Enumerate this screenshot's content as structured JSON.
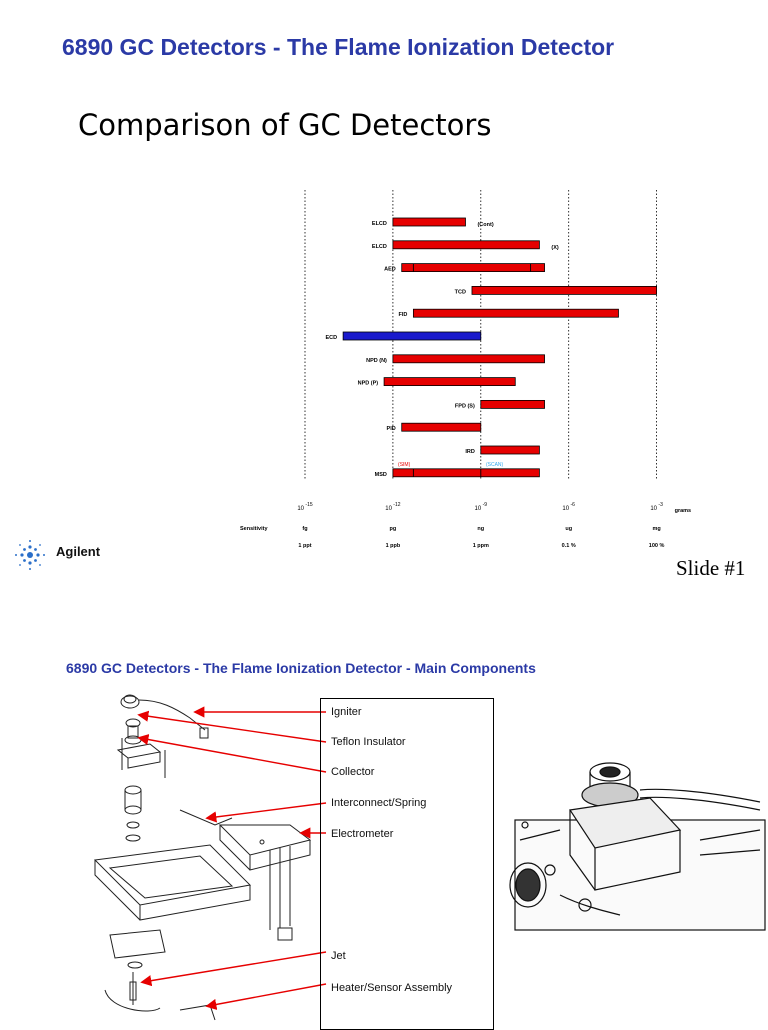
{
  "slide1": {
    "title": "6890 GC Detectors - The Flame Ionization Detector",
    "subtitle": "Comparison of GC Detectors",
    "slide_number": "Slide #1",
    "logo_text": "Agilent"
  },
  "chart_data": {
    "type": "range-bar",
    "x_scale": "log",
    "x_unit": "grams",
    "x_ticks": [
      {
        "base": "10",
        "exp": "-15",
        "value": 1e-15,
        "mass": "fg",
        "conc": "1 ppt"
      },
      {
        "base": "10",
        "exp": "-12",
        "value": 1e-12,
        "mass": "pg",
        "conc": "1 ppb"
      },
      {
        "base": "10",
        "exp": "-9",
        "value": 1e-09,
        "mass": "ng",
        "conc": "1 ppm"
      },
      {
        "base": "10",
        "exp": "-6",
        "value": 1e-06,
        "mass": "ug",
        "conc": "0.1 %"
      },
      {
        "base": "10",
        "exp": "-3",
        "value": 0.001,
        "mass": "mg",
        "conc": "100 %"
      }
    ],
    "row_label": "Sensitivity",
    "grid_dashed_verticals": true,
    "detectors": [
      {
        "name": "ELCD",
        "from": 1e-12,
        "to": 3e-10,
        "color": "#e60000",
        "note": "(Cont)"
      },
      {
        "name": "ELCD",
        "from": 1e-12,
        "to": 1e-07,
        "color": "#e60000",
        "note": "(X)"
      },
      {
        "name": "AED",
        "from": 2e-12,
        "to": 1.5e-07,
        "color": "#e60000",
        "dividers": [
          5e-12,
          5e-08
        ]
      },
      {
        "name": "TCD",
        "from": 5e-10,
        "to": 0.001,
        "color": "#e60000"
      },
      {
        "name": "FID",
        "from": 5e-12,
        "to": 5e-05,
        "color": "#e60000"
      },
      {
        "name": "ECD",
        "from": 2e-14,
        "to": 1e-09,
        "color": "#1a1acc"
      },
      {
        "name": "NPD (N)",
        "from": 1e-12,
        "to": 1.5e-07,
        "color": "#e60000"
      },
      {
        "name": "NPD (P)",
        "from": 5e-13,
        "to": 1.5e-08,
        "color": "#e60000"
      },
      {
        "name": "FPD (S)",
        "from": 1e-09,
        "to": 1.5e-07,
        "color": "#e60000"
      },
      {
        "name": "PID",
        "from": 2e-12,
        "to": 1e-09,
        "color": "#e60000"
      },
      {
        "name": "IRD",
        "from": 1e-09,
        "to": 1e-07,
        "color": "#e60000"
      },
      {
        "name": "MSD",
        "from": 1e-12,
        "to": 1e-07,
        "color": "#e60000",
        "dividers": [
          5e-12,
          1e-09
        ],
        "notes": [
          {
            "text": "(SIM)",
            "at": 1.5e-12,
            "color": "#e60000"
          },
          {
            "text": "(SCAN)",
            "at": 1.5e-09,
            "color": "#33aaee"
          }
        ]
      }
    ]
  },
  "slide2": {
    "title": "6890 GC Detectors - The Flame Ionization Detector - Main Components",
    "components": [
      "Igniter",
      "Teflon Insulator",
      "Collector",
      "Interconnect/Spring",
      "Electrometer",
      "Jet",
      "Heater/Sensor Assembly"
    ]
  },
  "colors": {
    "title_blue": "#2b3aa6",
    "bar_red": "#e60000",
    "bar_blue": "#1a1acc",
    "arrow_red": "#e60000"
  }
}
